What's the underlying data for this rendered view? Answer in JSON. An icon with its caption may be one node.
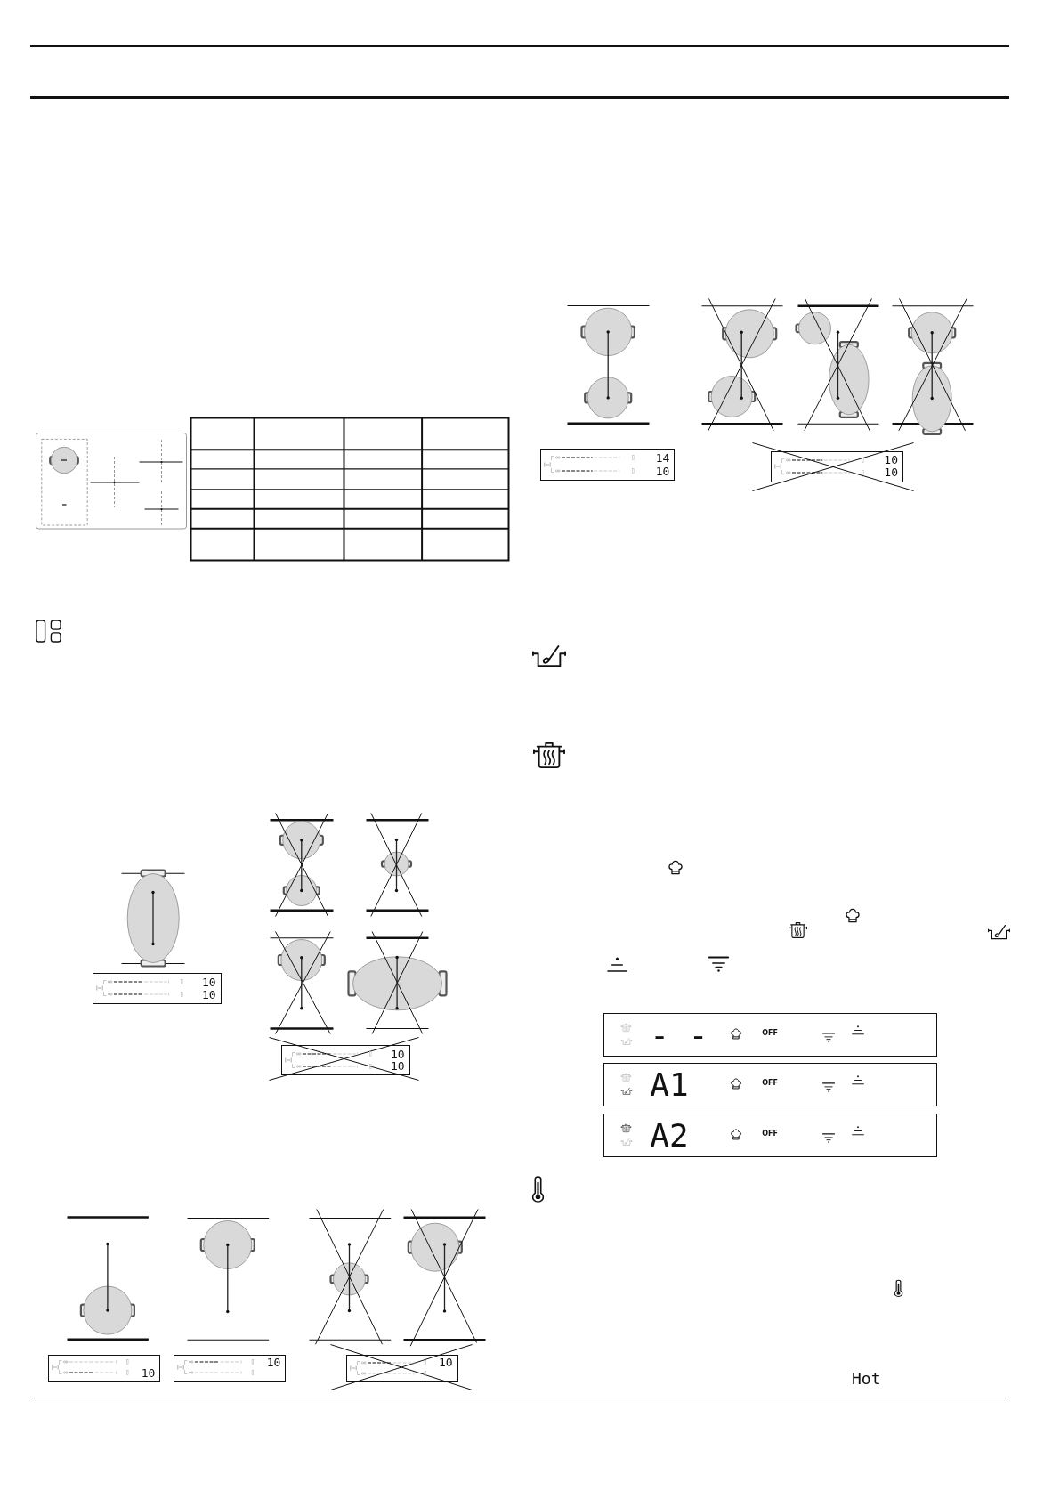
{
  "diagram": {
    "nodes": [
      {
        "text": [
          "10",
          "10"
        ]
      },
      {
        "text": [
          "10",
          "10"
        ]
      },
      {
        "text": [
          "10"
        ]
      },
      {
        "text": [
          "10"
        ]
      },
      {
        "text": [
          "10"
        ]
      },
      {
        "text": [
          "14",
          "10"
        ]
      },
      {
        "text": [
          "10",
          "10"
        ]
      },
      {
        "text": [
          "- -",
          "OFF"
        ]
      },
      {
        "text": [
          "A1",
          "OFF"
        ]
      },
      {
        "text": [
          "A2",
          "OFF"
        ]
      }
    ],
    "labels": [
      "Hot"
    ]
  }
}
